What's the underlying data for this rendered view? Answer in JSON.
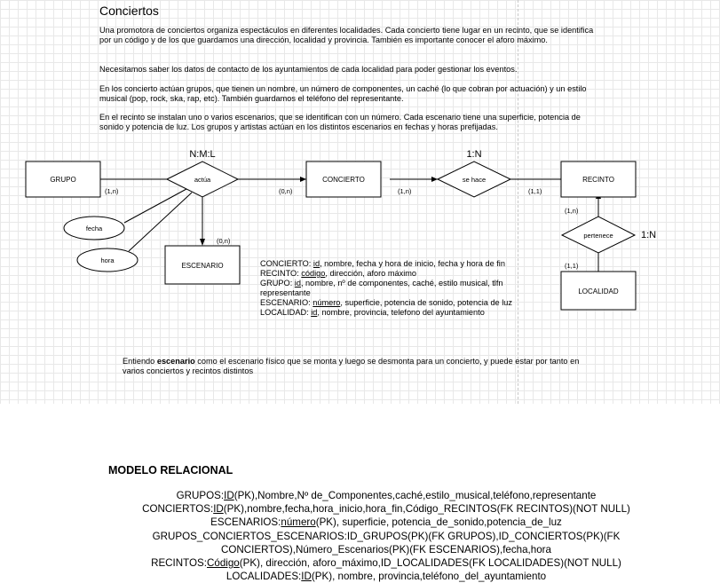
{
  "document": {
    "title": "Conciertos",
    "paragraphs": [
      "Una promotora de conciertos organiza espectáculos en diferentes localidades. Cada concierto tiene lugar en un recinto, que se identifica por un código y de los que guardamos una dirección, localidad y provincia. También es importante conocer el aforo máximo.",
      "Necesitamos saber los datos de contacto de los ayuntamientos de cada localidad para poder gestionar los eventos.",
      "En los concierto actúan grupos, que tienen un nombre, un número de componentes, un caché (lo que cobran por actuación) y un estilo musical (pop, rock, ska, rap, etc). También guardamos el teléfono del representante.",
      "En el recinto se instalan uno o varios escenarios, que se identifican con un número. Cada escenario tiene una superficie, potencia de sonido y potencia de luz. Los grupos y artistas actúan en los distintos escenarios en fechas y horas prefijadas."
    ]
  },
  "diagram": {
    "entities": {
      "grupo": "GRUPO",
      "concierto": "CONCIERTO",
      "recinto": "RECINTO",
      "escenario": "ESCENARIO",
      "localidad": "LOCALIDAD"
    },
    "relationships": {
      "actua": "actúa",
      "se_hace": "se hace",
      "pertenece": "pertenece"
    },
    "attributes": {
      "fecha": "fecha",
      "hora": "hora"
    },
    "relationship_types": {
      "actua": "N:M:L",
      "se_hace": "1:N",
      "pertenece": "1:N"
    },
    "cardinalities": {
      "grupo_actua": "(1,n)",
      "concierto_actua": "(0,n)",
      "escenario_actua": "(0,n)",
      "concierto_sehace": "(1,n)",
      "recinto_sehace": "(1,1)",
      "recinto_pertenece": "(1,n)",
      "localidad_pertenece": "(1,1)"
    }
  },
  "attributes_list": {
    "concierto": {
      "prefix": "CONCIERTO: ",
      "pk": "id",
      "rest": ", nombre, fecha y hora de inicio, fecha y hora de fin"
    },
    "recinto": {
      "prefix": "RECINTO: ",
      "pk": "código",
      "rest": ", dirección, aforo máximo"
    },
    "grupo": {
      "prefix": "GRUPO: ",
      "pk": "id",
      "rest": ", nombre, nº de componentes, caché, estilo musical, tlfn representante"
    },
    "escenario": {
      "prefix": "ESCENARIO: ",
      "pk": "número",
      "rest": ", superficie, potencia de sonido, potencia de luz"
    },
    "localidad": {
      "prefix": "LOCALIDAD: ",
      "pk": "id",
      "rest": ", nombre, provincia, telefono del ayuntamiento"
    }
  },
  "note": {
    "before": "Entiendo ",
    "bold": "escenario",
    "after": " como el escenario físico que se monta y luego se desmonta para un concierto, y puede estar por tanto en varios conciertos y recintos distintos"
  },
  "relational": {
    "title": "MODELO RELACIONAL",
    "grupos": {
      "prefix": "GRUPOS:",
      "pk": "ID",
      "rest": "(PK),Nombre,Nº de_Componentes,caché,estilo_musical,teléfono,representante"
    },
    "conciertos": {
      "prefix": "CONCIERTOS:",
      "pk": "ID",
      "rest": "(PK),nombre,fecha,hora_inicio,hora_fin,Código_RECINTOS(FK RECINTOS)(NOT NULL)"
    },
    "escenarios": {
      "prefix": "ESCENARIOS:",
      "pk": "número",
      "rest": "(PK), superficie, potencia_de_sonido,potencia_de_luz"
    },
    "grupos_conciertos_line1": "GRUPOS_CONCIERTOS_ESCENARIOS:ID_GRUPOS(PK)(FK GRUPOS),ID_CONCIERTOS(PK)(FK",
    "grupos_conciertos_line2": "CONCIERTOS),Número_Escenarios(PK)(FK ESCENARIOS),fecha,hora",
    "recintos": {
      "prefix": "RECINTOS:",
      "pk": "Código",
      "rest": "(PK), dirección, aforo_máximo,ID_LOCALIDADES(FK LOCALIDADES)(NOT NULL)"
    },
    "localidades": {
      "prefix": "LOCALIDADES:",
      "pk": "ID",
      "rest": "(PK), nombre, provincia,teléfono_del_ayuntamiento"
    }
  }
}
